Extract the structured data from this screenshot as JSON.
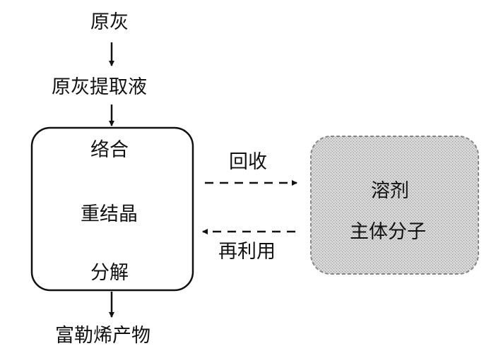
{
  "flow": {
    "top_input": "原灰",
    "extract": "原灰提取液",
    "process_steps": [
      "络合",
      "重结晶",
      "分解"
    ],
    "product": "富勒烯产物"
  },
  "recycle": {
    "label": "回收",
    "label_reuse": "再利用",
    "box_lines": [
      "溶剂",
      "主体分子"
    ],
    "box_fill": "#dcdcdc"
  }
}
